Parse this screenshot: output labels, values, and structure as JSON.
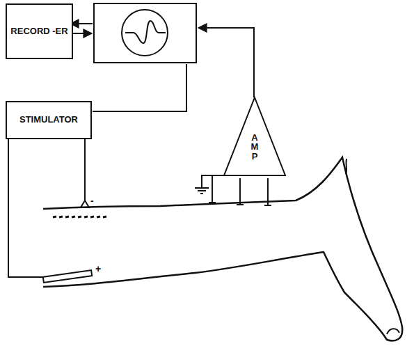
{
  "diagram": {
    "nodes": [
      {
        "text": [
          "RECORD -ER"
        ]
      },
      {
        "text": [
          "STIMULATOR"
        ]
      },
      {
        "text": [
          "A M P"
        ]
      }
    ],
    "labels": [
      "-",
      "+"
    ]
  }
}
